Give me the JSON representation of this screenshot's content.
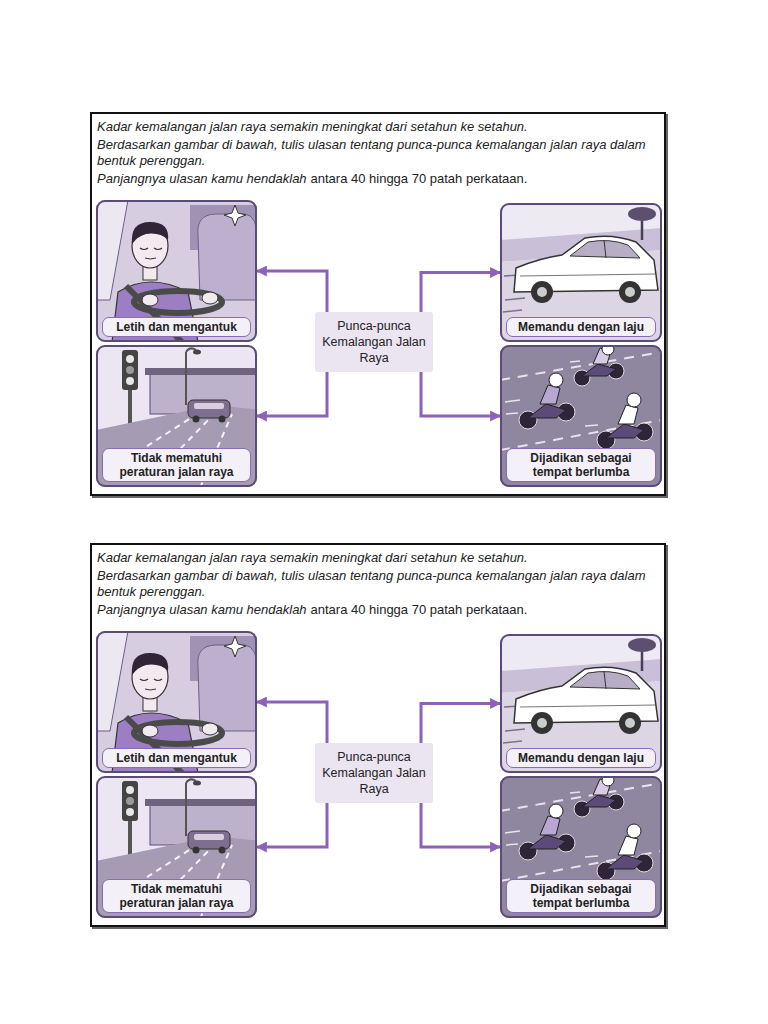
{
  "diagram": {
    "nodes": [
      {
        "text": [
          "Kadar kemalangan jalan raya semakin meningkat dari setahun ke setahun.",
          "Berdasarkan gambar di bawah, tulis ulasan tentang punca-punca kemalangan jalan raya dalam bentuk perenggan.",
          "Panjangnya ulasan kamu hendaklah",
          "antara 40 hingga 70 patah perkataan."
        ]
      },
      {
        "text": [
          "Letih dan mengantuk"
        ],
        "in": 0
      },
      {
        "text": [
          "Punca-punca Kemalangan Jalan Raya"
        ],
        "in": 0
      },
      {
        "text": [
          "Memandu dengan laju"
        ],
        "in": 0
      },
      {
        "text": [
          "Tidak mematuhi peraturan jalan raya"
        ],
        "in": 0
      },
      {
        "text": [
          "Dijadikan sebagai tempat berlumba"
        ],
        "in": 0
      },
      {
        "text": [
          "Kadar kemalangan jalan raya semakin meningkat dari setahun ke setahun.",
          "Berdasarkan gambar di bawah, tulis ulasan tentang punca-punca kemalangan jalan raya dalam bentuk perenggan.",
          "Panjangnya ulasan kamu hendaklah",
          "antara 40 hingga 70 patah perkataan."
        ]
      },
      {
        "text": [
          "Letih dan mengantuk"
        ],
        "in": 6
      },
      {
        "text": [
          "Punca-punca Kemalangan Jalan Raya"
        ],
        "in": 6
      },
      {
        "text": [
          "Memandu dengan laju"
        ],
        "in": 6
      },
      {
        "text": [
          "Tidak mematuhi peraturan jalan raya"
        ],
        "in": 6
      },
      {
        "text": [
          "Dijadikan sebagai tempat berlumba"
        ],
        "in": 6
      }
    ],
    "edges": [
      {
        "from": 2,
        "to": 1,
        "arrow": "to"
      },
      {
        "from": 2,
        "to": 3,
        "arrow": "to"
      },
      {
        "from": 2,
        "to": 4,
        "arrow": "to"
      },
      {
        "from": 2,
        "to": 5,
        "arrow": "to"
      },
      {
        "from": 8,
        "to": 7,
        "arrow": "to"
      },
      {
        "from": 8,
        "to": 9,
        "arrow": "to"
      },
      {
        "from": 8,
        "to": 10,
        "arrow": "to"
      },
      {
        "from": 8,
        "to": 11,
        "arrow": "to"
      }
    ]
  }
}
